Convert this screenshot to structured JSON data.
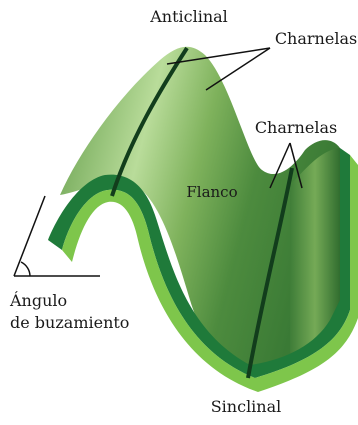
{
  "labels": {
    "anticlinal": "Anticlinal",
    "charnelas_top": "Charnelas",
    "charnelas_right": "Charnelas",
    "flanco": "Flanco",
    "angulo_line1": "Ángulo",
    "angulo_line2": "de buzamiento",
    "sinclinal": "Sinclinal"
  },
  "colors": {
    "surface_light": "#b9dc9a",
    "surface_mid": "#7fb25c",
    "surface_dark": "#2f6b2e",
    "band_dark": "#1f7a3a",
    "band_light": "#7ec64b",
    "hinge_line": "#123d1c",
    "leader": "#111111"
  }
}
